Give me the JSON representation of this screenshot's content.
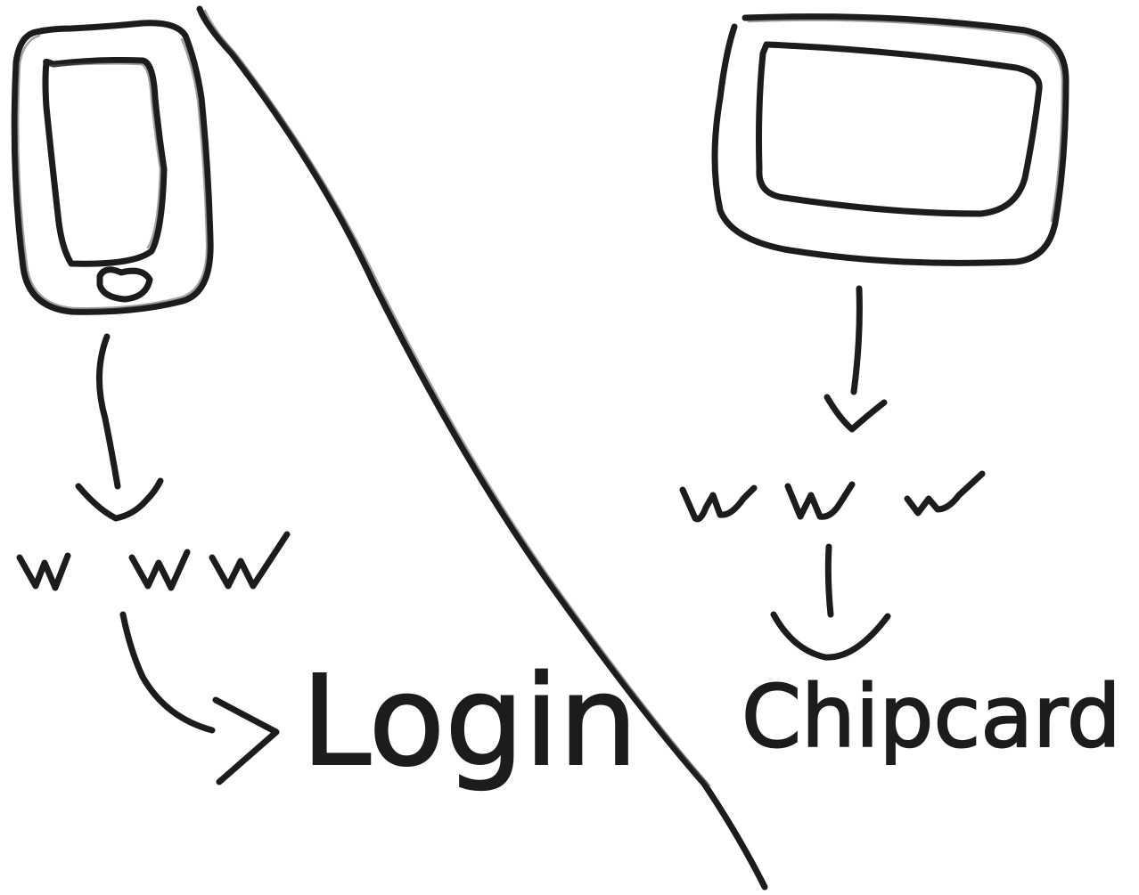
{
  "left_panel": {
    "device": "smartphone",
    "device_icon": "smartphone-icon",
    "web_label": "www",
    "result_label": "Login"
  },
  "right_panel": {
    "device": "tablet",
    "device_icon": "tablet-icon",
    "web_label": "www",
    "result_label": "Chipcard"
  },
  "colors": {
    "ink": "#1c1c1c",
    "background": "#ffffff"
  }
}
